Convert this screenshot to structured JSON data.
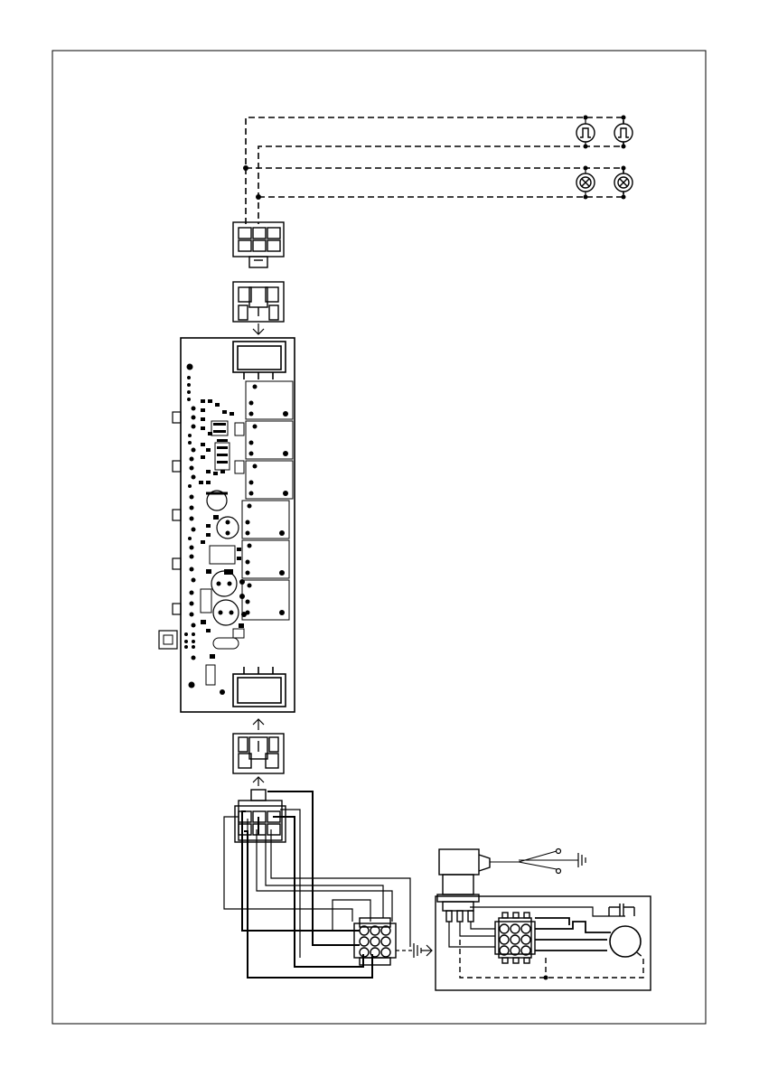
{
  "diagram": {
    "type": "wiring-diagram",
    "labels": [],
    "components": [
      {
        "id": "thermostat-lamp-1",
        "kind": "thermal-switch-lamp"
      },
      {
        "id": "thermostat-lamp-2",
        "kind": "thermal-switch-lamp"
      },
      {
        "id": "halogen-lamp-1",
        "kind": "lamp"
      },
      {
        "id": "halogen-lamp-2",
        "kind": "lamp"
      },
      {
        "id": "top-connector-6pin",
        "kind": "connector"
      },
      {
        "id": "top-mating-plug",
        "kind": "connector"
      },
      {
        "id": "control-board",
        "kind": "pcb"
      },
      {
        "id": "bottom-mating-plug",
        "kind": "connector"
      },
      {
        "id": "bottom-connector-6pin",
        "kind": "connector"
      },
      {
        "id": "junction-connector-9pin",
        "kind": "connector"
      },
      {
        "id": "power-inlet",
        "kind": "power-cord"
      },
      {
        "id": "motor-connector-9pin",
        "kind": "connector"
      },
      {
        "id": "motor",
        "kind": "motor"
      },
      {
        "id": "capacitor",
        "kind": "capacitor"
      },
      {
        "id": "earth-ground-1",
        "kind": "ground"
      },
      {
        "id": "earth-ground-2",
        "kind": "ground"
      }
    ],
    "colors": {
      "line": "#000000",
      "background": "#ffffff"
    }
  }
}
